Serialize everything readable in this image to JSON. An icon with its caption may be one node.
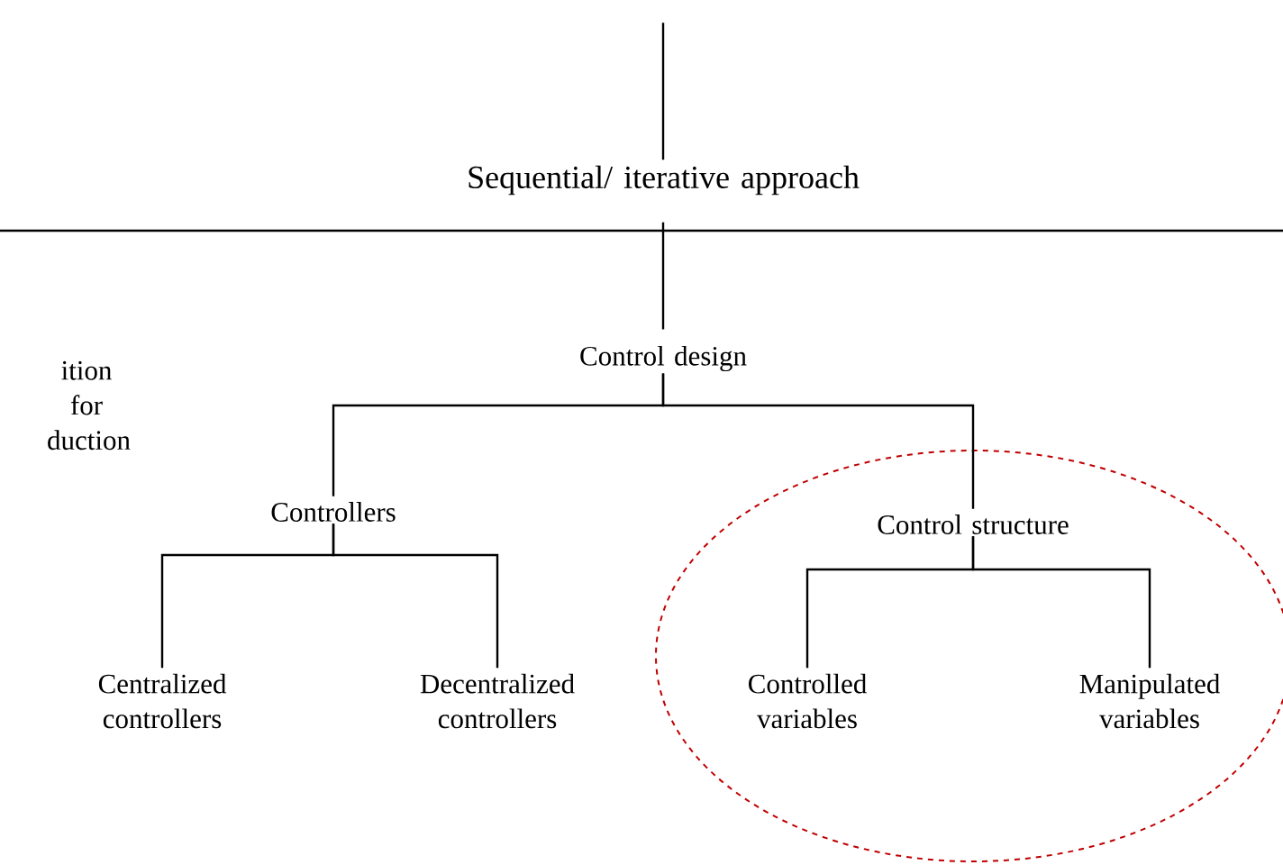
{
  "diagram": {
    "nodes": [
      {
        "text": [
          "Sequential/ iterative approach"
        ]
      },
      {
        "text": [
          "ition for duction"
        ]
      },
      {
        "text": [
          "Control design"
        ]
      },
      {
        "text": [
          "Controllers"
        ]
      },
      {
        "text": [
          "Control structure"
        ]
      },
      {
        "text": [
          "Centralized controllers"
        ]
      },
      {
        "text": [
          "Decentralized controllers"
        ]
      },
      {
        "text": [
          "Controlled variables"
        ]
      },
      {
        "text": [
          "Manipulated variables"
        ]
      }
    ],
    "edges": [
      {
        "from": null,
        "to": 0,
        "arrow": "none"
      },
      {
        "from": 0,
        "to": 2,
        "arrow": "none"
      },
      {
        "from": 2,
        "to": 3,
        "arrow": "none"
      },
      {
        "from": 2,
        "to": 4,
        "arrow": "none"
      },
      {
        "from": 3,
        "to": 5,
        "arrow": "none"
      },
      {
        "from": 3,
        "to": 6,
        "arrow": "none"
      },
      {
        "from": 4,
        "to": 7,
        "arrow": "none"
      },
      {
        "from": 4,
        "to": 8,
        "arrow": "none"
      }
    ]
  }
}
